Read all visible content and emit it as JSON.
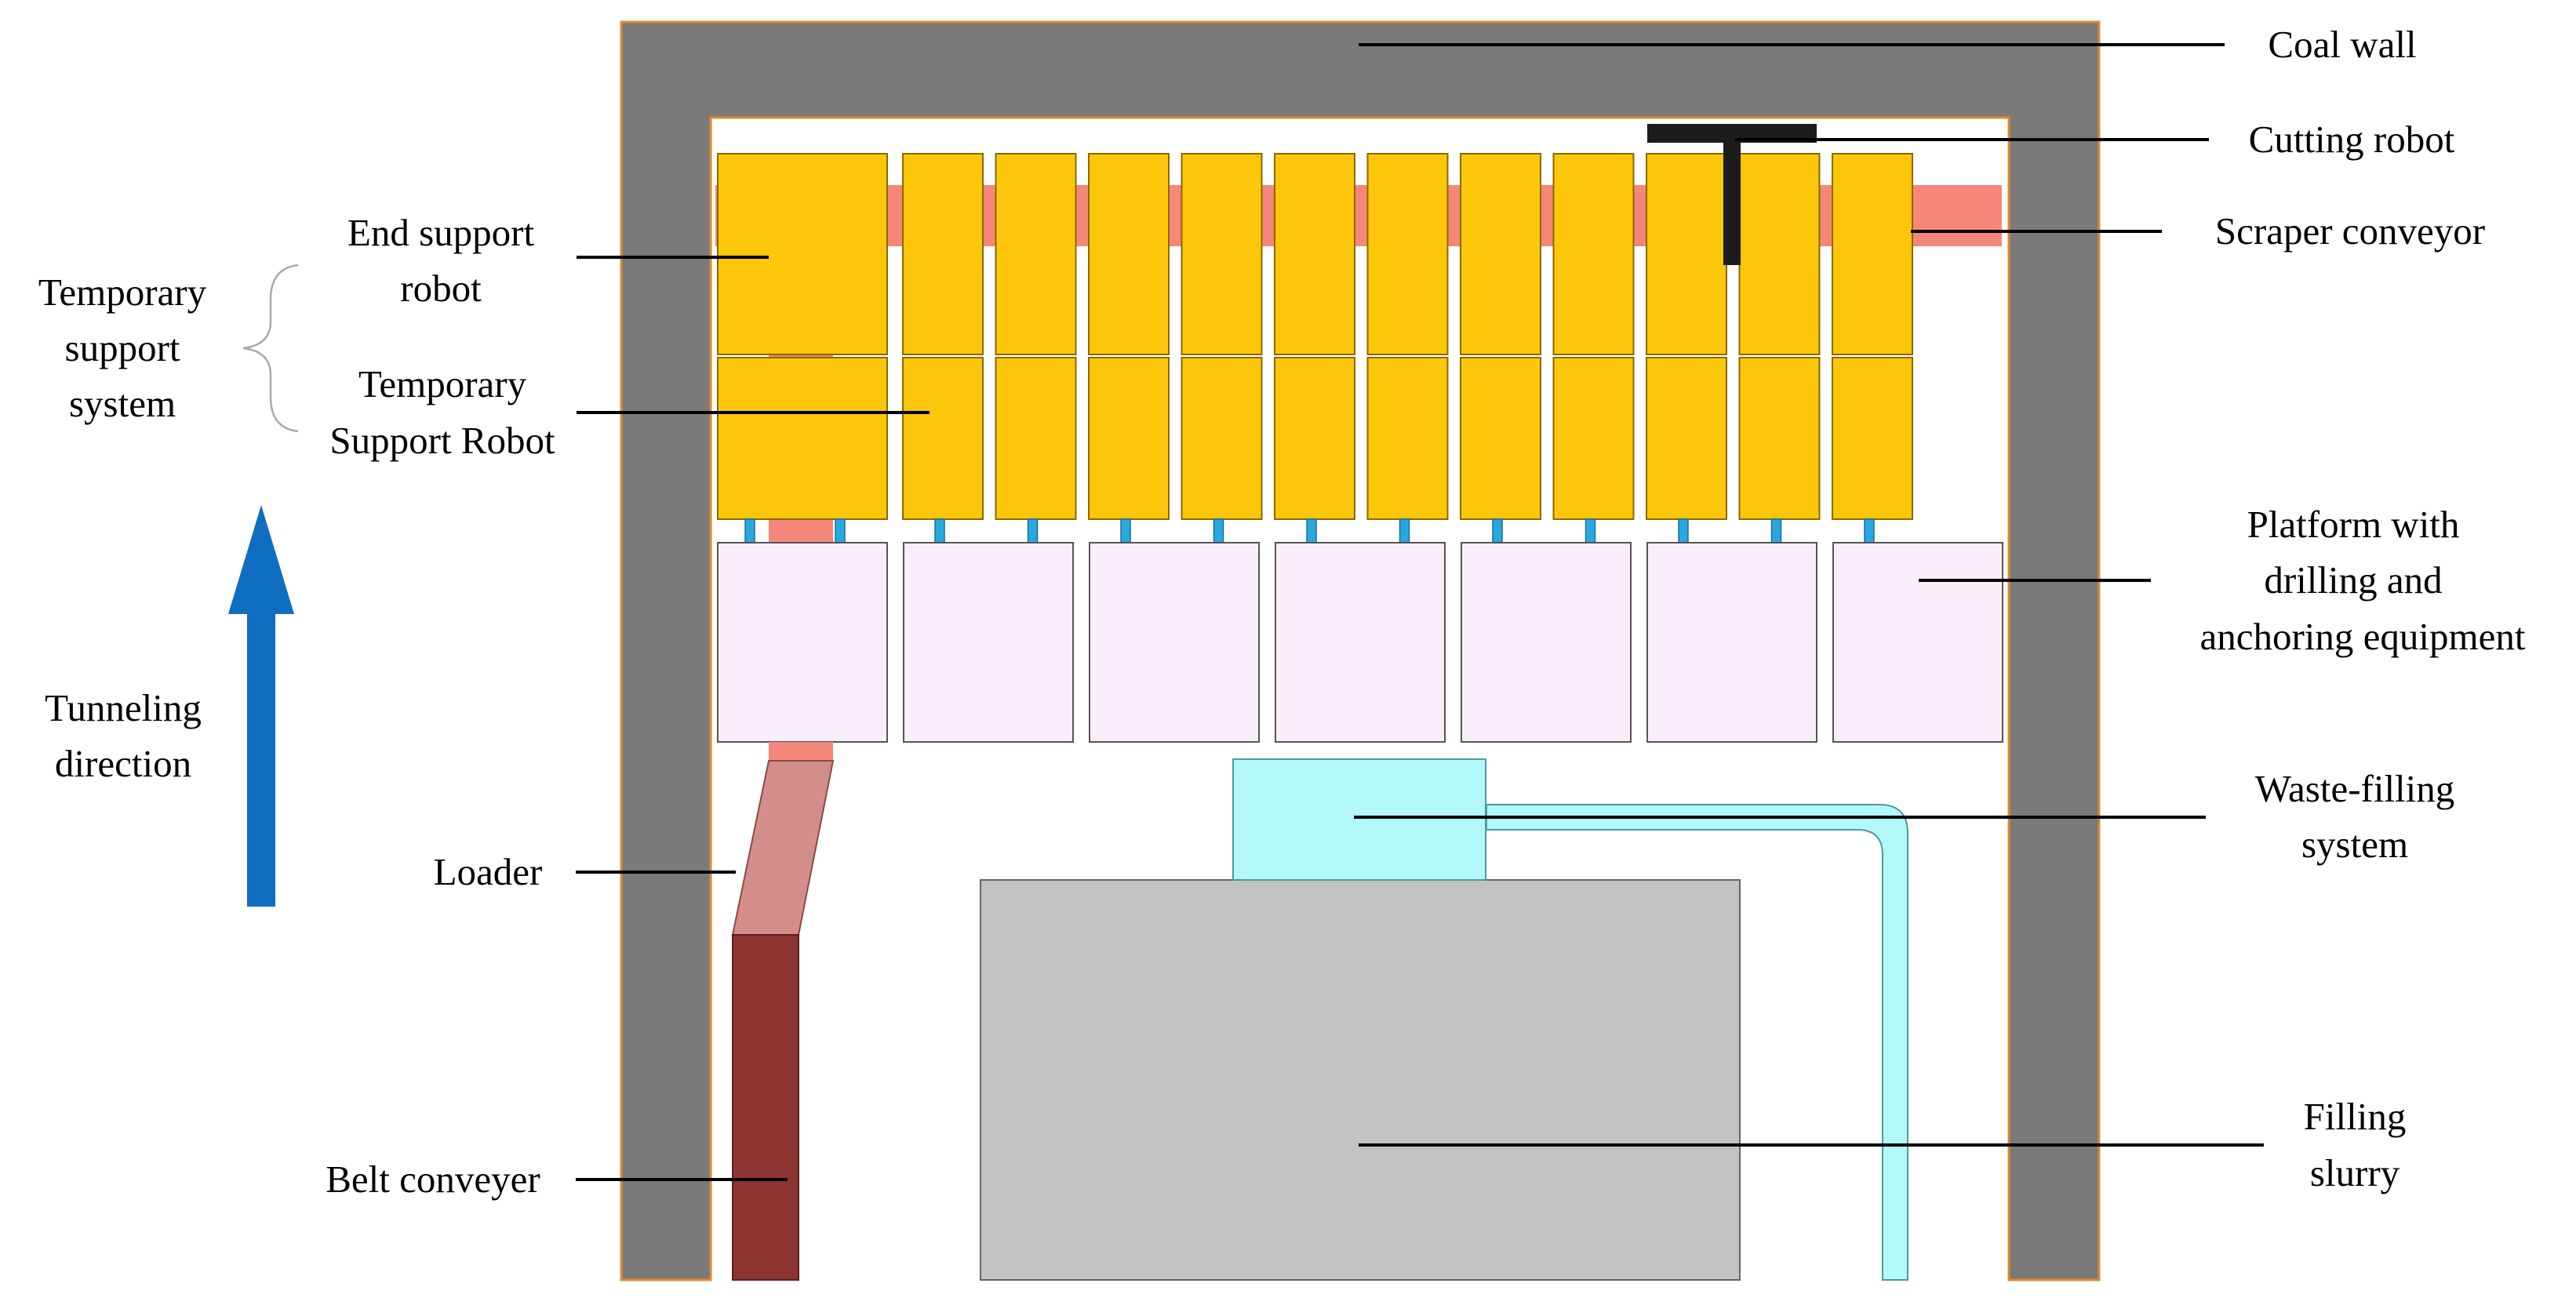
{
  "colors": {
    "coal_wall": "#7a7a7a",
    "coal_wall_edge": "#e08a2c",
    "support_robot": "#fcc60a",
    "support_robot_edge": "#8a6a00",
    "scraper_conveyor": "#f4877a",
    "hydraulic_leg": "#29a8e0",
    "drilling_platform": "#fbeefb",
    "waste_filling": "#b3f9f9",
    "loader": "#d48e8a",
    "belt_conveyer": "#8c3530",
    "filling_slurry": "#c3c3c3",
    "cutting_robot": "#1c1c1c",
    "arrow": "#0f6ebf"
  },
  "labels": {
    "coal_wall": "Coal wall",
    "cutting_robot": "Cutting robot",
    "scraper_conveyor": "Scraper conveyor",
    "end_support_robot": [
      "End support",
      "robot"
    ],
    "temporary_support_robot": [
      "Temporary",
      "Support Robot"
    ],
    "temporary_support_system": [
      "Temporary",
      "support",
      "system"
    ],
    "platform": [
      "Platform with",
      "drilling and",
      "anchoring equipment"
    ],
    "tunneling_direction": [
      "Tunneling",
      "direction"
    ],
    "loader": "Loader",
    "waste_filling_system": [
      "Waste-filling",
      "system"
    ],
    "belt_conveyer": "Belt conveyer",
    "filling_slurry": [
      "Filling",
      "slurry"
    ]
  },
  "counts": {
    "support_columns": 12,
    "platforms": 7
  }
}
